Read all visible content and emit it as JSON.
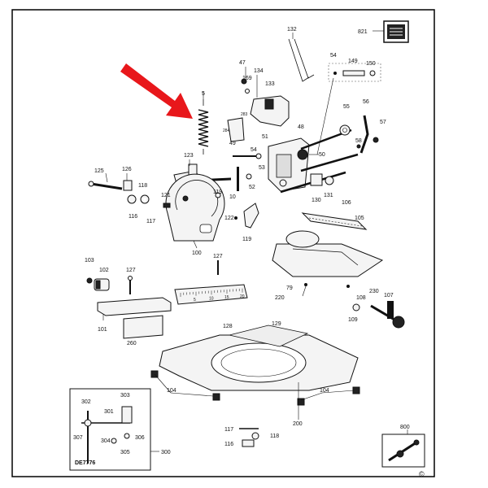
{
  "callouts": [
    {
      "id": "c821",
      "text": "821"
    },
    {
      "id": "c132",
      "text": "132"
    },
    {
      "id": "c54",
      "text": "54"
    },
    {
      "id": "c149",
      "text": "149"
    },
    {
      "id": "c150",
      "text": "150"
    },
    {
      "id": "c47",
      "text": "47"
    },
    {
      "id": "c134",
      "text": "134"
    },
    {
      "id": "c169",
      "text": "169"
    },
    {
      "id": "c133",
      "text": "133"
    },
    {
      "id": "c5",
      "text": "5"
    },
    {
      "id": "c283",
      "text": "283"
    },
    {
      "id": "c284",
      "text": "284"
    },
    {
      "id": "c55",
      "text": "55"
    },
    {
      "id": "c56",
      "text": "56"
    },
    {
      "id": "c57",
      "text": "57"
    },
    {
      "id": "c48",
      "text": "48"
    },
    {
      "id": "c58",
      "text": "58"
    },
    {
      "id": "c51",
      "text": "51"
    },
    {
      "id": "c49",
      "text": "49"
    },
    {
      "id": "c50",
      "text": "50"
    },
    {
      "id": "c123",
      "text": "123"
    },
    {
      "id": "c54b",
      "text": "54"
    },
    {
      "id": "c125",
      "text": "125"
    },
    {
      "id": "c126",
      "text": "126"
    },
    {
      "id": "c53",
      "text": "53"
    },
    {
      "id": "c118",
      "text": "118"
    },
    {
      "id": "c10",
      "text": "10"
    },
    {
      "id": "c52",
      "text": "52"
    },
    {
      "id": "c130",
      "text": "130"
    },
    {
      "id": "c131",
      "text": "131"
    },
    {
      "id": "c121",
      "text": "121"
    },
    {
      "id": "c119a",
      "text": "119"
    },
    {
      "id": "c106",
      "text": "106"
    },
    {
      "id": "c116",
      "text": "116"
    },
    {
      "id": "c117",
      "text": "117"
    },
    {
      "id": "c122",
      "text": "122"
    },
    {
      "id": "c105",
      "text": "105"
    },
    {
      "id": "c119b",
      "text": "119"
    },
    {
      "id": "c100",
      "text": "100"
    },
    {
      "id": "c103",
      "text": "103"
    },
    {
      "id": "c127a",
      "text": "127"
    },
    {
      "id": "c102",
      "text": "102"
    },
    {
      "id": "c127b",
      "text": "127"
    },
    {
      "id": "c79",
      "text": "79"
    },
    {
      "id": "c220",
      "text": "220"
    },
    {
      "id": "c230",
      "text": "230"
    },
    {
      "id": "c108",
      "text": "108"
    },
    {
      "id": "c107",
      "text": "107"
    },
    {
      "id": "c101",
      "text": "101"
    },
    {
      "id": "c109",
      "text": "109"
    },
    {
      "id": "c128",
      "text": "128"
    },
    {
      "id": "c129",
      "text": "129"
    },
    {
      "id": "c260",
      "text": "260"
    },
    {
      "id": "c104a",
      "text": "104"
    },
    {
      "id": "c104b",
      "text": "104"
    },
    {
      "id": "c302",
      "text": "302"
    },
    {
      "id": "c303",
      "text": "303"
    },
    {
      "id": "c301",
      "text": "301"
    },
    {
      "id": "c307",
      "text": "307"
    },
    {
      "id": "c304",
      "text": "304"
    },
    {
      "id": "c306",
      "text": "306"
    },
    {
      "id": "c305",
      "text": "305"
    },
    {
      "id": "c117b",
      "text": "117"
    },
    {
      "id": "c118b",
      "text": "118"
    },
    {
      "id": "c116b",
      "text": "116"
    },
    {
      "id": "c200",
      "text": "200"
    },
    {
      "id": "c300",
      "text": "300"
    },
    {
      "id": "c800",
      "text": "800"
    }
  ],
  "inset_model": "DE7776",
  "copyright_mark": "©",
  "scale_marks": [
    "5",
    "10",
    "15",
    "20"
  ],
  "colors": {
    "arrow": "#e8171b",
    "ink": "#111111",
    "paper": "#ffffff"
  }
}
